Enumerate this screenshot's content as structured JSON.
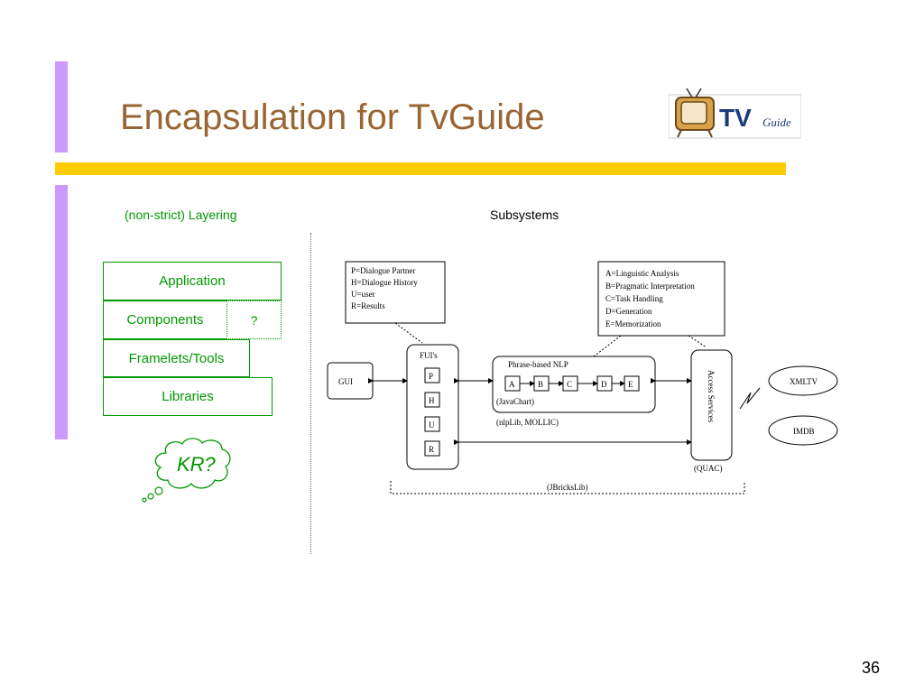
{
  "slide": {
    "title": "Encapsulation for TvGuide",
    "page_number": "36",
    "logo": {
      "tv_text": "TV",
      "guide_text": "Guide"
    },
    "left_heading": "(non-strict) Layering",
    "right_heading": "Subsystems",
    "layers": {
      "application": "Application",
      "components": "Components",
      "unknown": "?",
      "framelets": "Framelets/Tools",
      "libraries": "Libraries"
    },
    "thought_bubble": "KR?"
  },
  "diagram": {
    "legend_left": [
      "P=Dialogue Partner",
      "H=Dialogue History",
      "U=user",
      "R=Results"
    ],
    "legend_right": [
      "A=Linguistic Analysis",
      "B=Pragmatic Interpretation",
      "C=Task Handling",
      "D=Generation",
      "E=Memorization"
    ],
    "gui": "GUI",
    "fui_label": "FUI's",
    "fui_items": [
      "P",
      "H",
      "U",
      "R"
    ],
    "nlp_title": "Phrase-based NLP",
    "nlp_items": [
      "A",
      "B",
      "C",
      "D",
      "E"
    ],
    "nlp_sub": "(JavaChart)",
    "nlp_libs": "(nlpLib, MOLLIC)",
    "access_services": "Access Services",
    "quac": "(QUAC)",
    "xmltv": "XMLTV",
    "imdb": "IMDB",
    "jbrickslib": "(JBricksLib)"
  }
}
